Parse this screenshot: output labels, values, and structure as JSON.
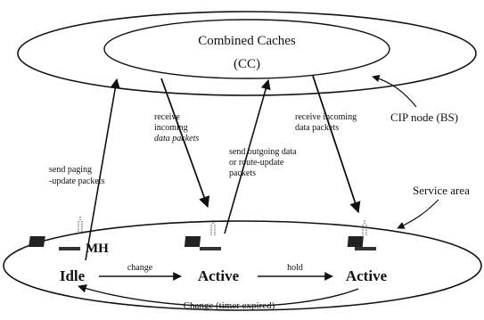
{
  "cip_node": {
    "title_line1": "Combined Caches",
    "title_line2": "(CC)",
    "label": "CIP node (BS)"
  },
  "service_area": {
    "label": "Service area"
  },
  "arrows": {
    "send_paging_line1": "send paging",
    "send_paging_line2": "-update packets",
    "receive_left_line1": "receive",
    "receive_left_line2": "incoming",
    "receive_left_line3": "data packets",
    "send_outgoing_line1": "send outgoing data",
    "send_outgoing_line2": "or route-update",
    "send_outgoing_line3": "packets",
    "receive_right_line1": "receive incoming",
    "receive_right_line2": "data packets"
  },
  "mobile_host": {
    "label": "MH"
  },
  "states": {
    "idle": "Idle",
    "active_middle": "Active",
    "active_right": "Active"
  },
  "transitions": {
    "change": "change",
    "hold": "hold",
    "timer_expired": "Change (timer expired)"
  },
  "icons": [
    "antenna-icon",
    "laptop-icon"
  ]
}
